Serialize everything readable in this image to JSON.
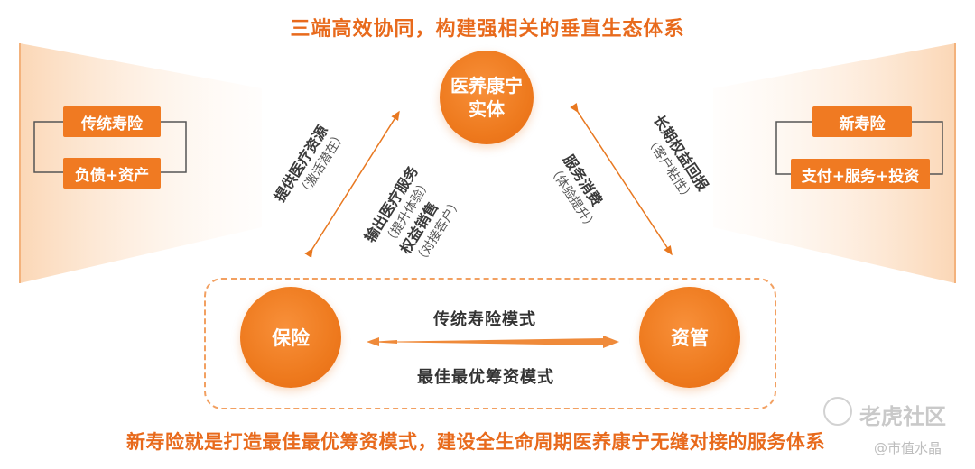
{
  "title": "三端高效协同，构建强相关的垂直生态体系",
  "left_panel": {
    "box1": "传统寿险",
    "box2": "负债+资产"
  },
  "right_panel": {
    "box1": "新寿险",
    "box2": "支付+服务+投资"
  },
  "nodes": {
    "top": [
      "医养康宁",
      "实体"
    ],
    "left": "保险",
    "right": "资管"
  },
  "edges": {
    "left_outer": {
      "main": "提供医疗资源",
      "sub": "（激活潜在）"
    },
    "left_inner": {
      "line1": "输出医疗服务",
      "line2": "（提升体验）",
      "line3": "权益销售",
      "line4": "（对接客户）"
    },
    "right_inner": {
      "main": "服务消费",
      "sub": "（体验提升）"
    },
    "right_outer": {
      "main": "长期权益回报",
      "sub": "（客户粘性）"
    }
  },
  "modes": {
    "top": "传统寿险模式",
    "bottom": "最佳最优筹资模式"
  },
  "footer": "新寿险就是打造最佳最优筹资模式，建设全生命周期医养康宁无缝对接的服务体系",
  "watermark": {
    "brand": "老虎社区",
    "author": "@市值水晶"
  },
  "colors": {
    "accent": "#f07a22",
    "title": "#e86a1c",
    "gradient_light": "#fde7d2"
  }
}
